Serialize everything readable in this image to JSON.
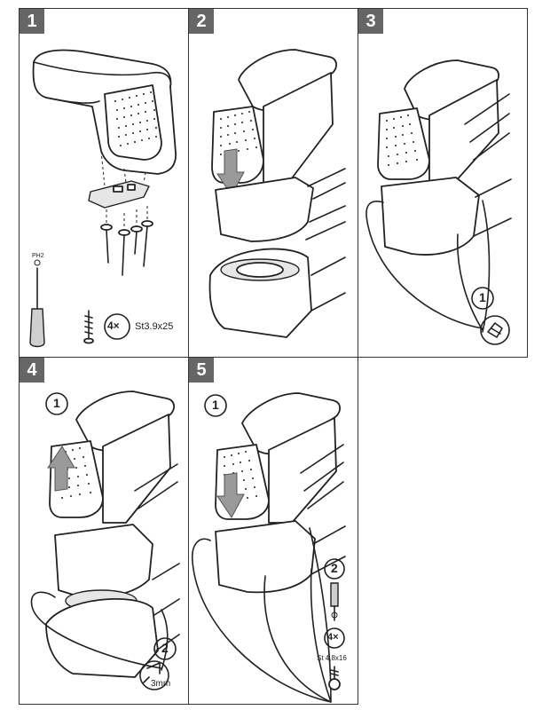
{
  "steps": [
    {
      "number": "1",
      "screws": {
        "count_label": "4×",
        "size_label": "St3.9x25"
      },
      "tool_label": "PH2"
    },
    {
      "number": "2"
    },
    {
      "number": "3",
      "sub_step": "1"
    },
    {
      "number": "4",
      "sub_steps": [
        "1",
        "2"
      ],
      "drill_label": "3mm"
    },
    {
      "number": "5",
      "sub_steps": [
        "1",
        "2"
      ],
      "screws": {
        "count_label": "4×",
        "size_label": "St 4,8x16"
      }
    }
  ]
}
